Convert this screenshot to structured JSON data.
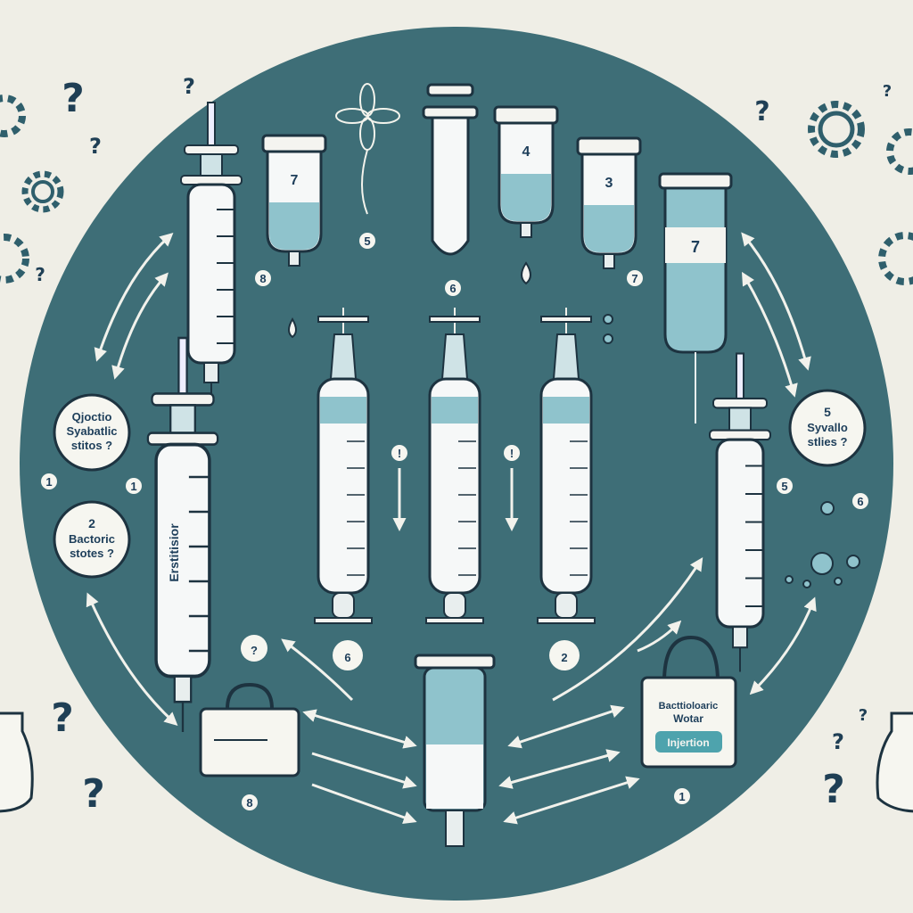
{
  "bubbles": {
    "top_left": {
      "line1": "Qjoctio",
      "line2": "Syabatlic",
      "line3": "stitos ?"
    },
    "bottom_left": {
      "line1": "2",
      "line2": "Bactoric",
      "line3": "stotes ?"
    },
    "right": {
      "line1": "5",
      "line2": "Syvallo",
      "line3": "stlies ?"
    }
  },
  "vials": {
    "v1": "7",
    "v2": "4",
    "v3": "3",
    "v4": "7"
  },
  "markers": {
    "m_vial1": "8",
    "m_flower": "5",
    "m_tube": "6",
    "m_vial3": "7",
    "m_left_a": "1",
    "m_left_b": "1",
    "m_mid_a": "!",
    "m_mid_b": "!",
    "m_q": "?",
    "m_six": "6",
    "m_two": "2",
    "m_right_a": "5",
    "m_right_b": "6",
    "m_bag_left": "8",
    "m_bag_right": "1"
  },
  "syringe_label": "Erstitisior",
  "bag": {
    "line1": "Bacttioloaric",
    "line2": "Wotar",
    "badge": "Injertion"
  },
  "decor": {
    "question": "?"
  },
  "colors": {
    "background": "#efeee6",
    "circle": "#3e6e77",
    "liquid": "#8fc3cc",
    "ink": "#1d3e5a"
  }
}
